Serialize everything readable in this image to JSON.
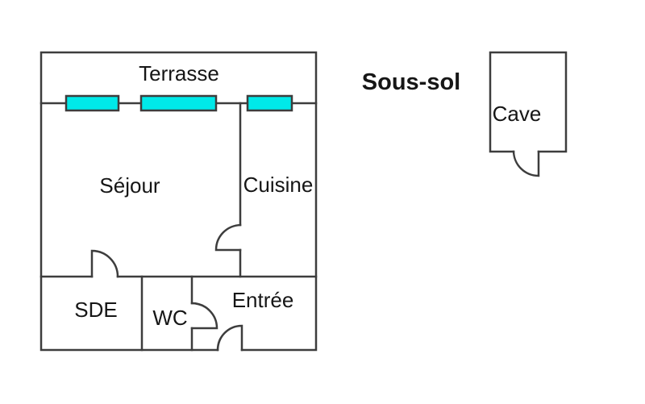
{
  "page": {
    "background": "#ffffff"
  },
  "floor_plan": {
    "type": "apartment-floor-plan",
    "colors": {
      "wall": "#3d3d3d",
      "window_fill": "#00e9e9",
      "text": "#161616"
    },
    "main_level": {
      "rooms": {
        "terrasse": "Terrasse",
        "sejour": "Séjour",
        "cuisine": "Cuisine",
        "sde": "SDE",
        "wc": "WC",
        "entree": "Entrée"
      },
      "window_count": 3,
      "door_count": 4
    },
    "basement": {
      "label": "Sous-sol",
      "rooms": {
        "cave": "Cave"
      },
      "door_count": 1
    }
  }
}
